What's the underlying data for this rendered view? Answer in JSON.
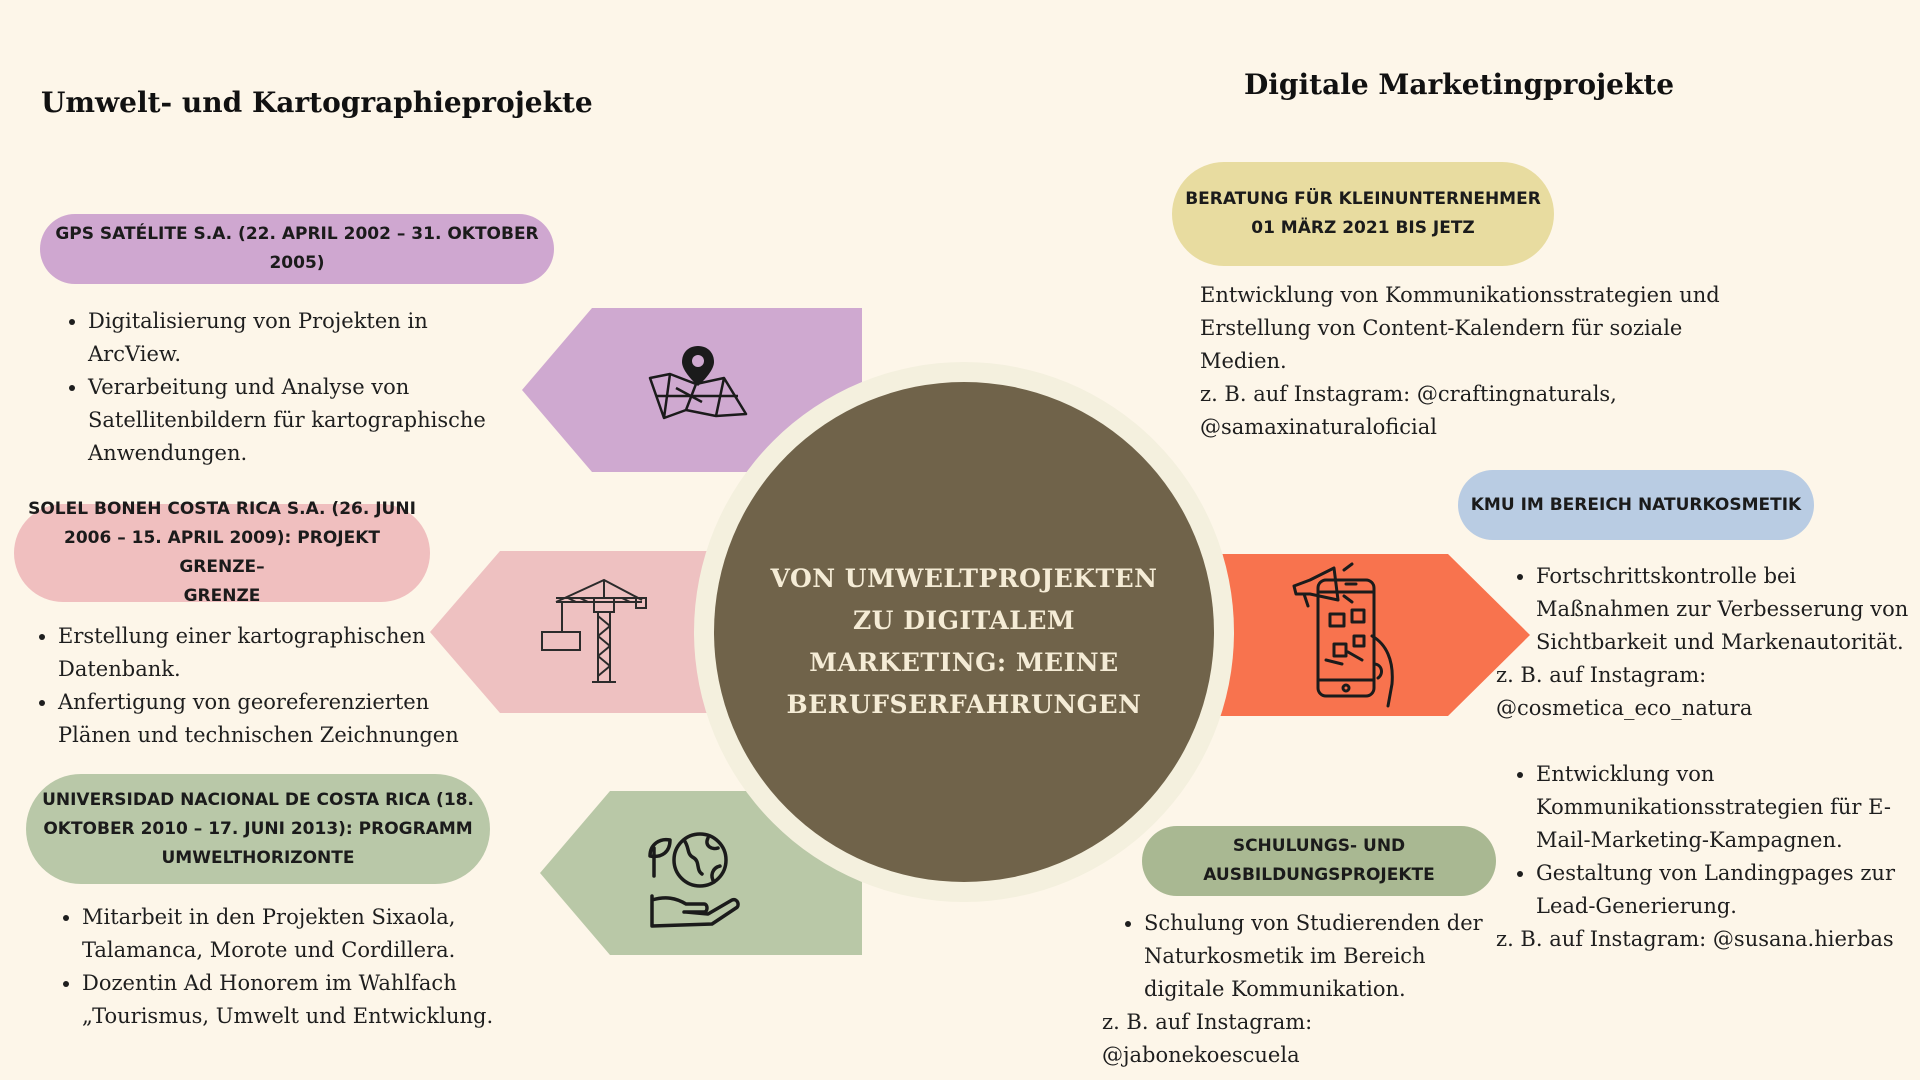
{
  "left_heading": "Umwelt- und Kartographieprojekte",
  "right_heading": "Digitale Marketingprojekte",
  "center": {
    "lines": [
      "VON UMWELTPROJEKTEN",
      "ZU DIGITALEM",
      "MARKETING: MEINE",
      "BERUFSERFAHRUNGEN"
    ],
    "fill_color": "#70634a",
    "ring_color": "#f4f0de"
  },
  "left": [
    {
      "title_lines": [
        "GPS SATÉLITE S.A. (22. APRIL 2002 – 31. OKTOBER",
        "2005)"
      ],
      "pill_color": "#cfa7d0",
      "shape_color": "#cfa9d0",
      "icon": "map-pin-icon",
      "bullets": [
        [
          "Digitalisierung von Projekten in",
          "ArcView."
        ],
        [
          "Verarbeitung und Analyse von",
          "Satellitenbildern für kartographische",
          "Anwendungen."
        ]
      ]
    },
    {
      "title_lines": [
        "SOLEL BONEH COSTA RICA S.A. (26. JUNI",
        "2006 – 15. APRIL 2009): PROJEKT GRENZE–",
        "GRENZE"
      ],
      "pill_color": "#f0bfbf",
      "shape_color": "#eec1c1",
      "icon": "construction-crane-icon",
      "bullets": [
        [
          "Erstellung einer kartographischen",
          "Datenbank."
        ],
        [
          "Anfertigung von georeferenzierten",
          "Plänen und technischen Zeichnungen"
        ]
      ]
    },
    {
      "title_lines": [
        "UNIVERSIDAD NACIONAL DE COSTA RICA (18.",
        "OKTOBER 2010 – 17. JUNI 2013): PROGRAMM",
        "UMWELTHORIZONTE"
      ],
      "pill_color": "#b9c8a8",
      "shape_color": "#b9c8a7",
      "icon": "globe-hand-icon",
      "bullets": [
        [
          "Mitarbeit in den Projekten Sixaola,",
          "Talamanca, Morote und Cordillera."
        ],
        [
          "Dozentin Ad Honorem im Wahlfach",
          "„Tourismus, Umwelt und Entwicklung."
        ]
      ]
    }
  ],
  "right": {
    "beratung": {
      "title_lines": [
        "BERATUNG FÜR KLEINUNTERNEHMER",
        "01 MÄRZ 2021 BIS JETZ"
      ],
      "pill_color": "#e8dca0",
      "text_lines": [
        "Entwicklung von Kommunikationsstrategien und",
        "Erstellung von Content-Kalendern für soziale",
        "Medien.",
        "z. B. auf Instagram: @craftingnaturals,",
        "@samaxinaturaloficial"
      ]
    },
    "kmu": {
      "title_lines": [
        "KMU IM BEREICH NATURKOSMETIK"
      ],
      "pill_color": "#b9cce3",
      "shape_color": "#f8734e",
      "icon": "phone-megaphone-icon",
      "bullets1": [
        [
          "Fortschrittskontrolle bei",
          "Maßnahmen zur Verbesserung von",
          "Sichtbarkeit und Markenautorität."
        ]
      ],
      "note1": [
        "z. B. auf Instagram:",
        "@cosmetica_eco_natura"
      ],
      "bullets2": [
        [
          "Entwicklung von",
          "Kommunikationsstrategien für E-",
          "Mail-Marketing-Kampagnen."
        ],
        [
          "Gestaltung von Landingpages zur",
          "Lead-Generierung."
        ]
      ],
      "note2": [
        "z. B. auf Instagram:  @susana.hierbas"
      ]
    },
    "schulung": {
      "title_lines": [
        "SCHULUNGS- UND",
        "AUSBILDUNGSPROJEKTE"
      ],
      "pill_color": "#a9b892",
      "bullets": [
        [
          "Schulung von Studierenden der",
          "Naturkosmetik im Bereich",
          "digitale Kommunikation."
        ]
      ],
      "note": [
        "z. B. auf Instagram:",
        "@jabonekoescuela"
      ]
    }
  }
}
